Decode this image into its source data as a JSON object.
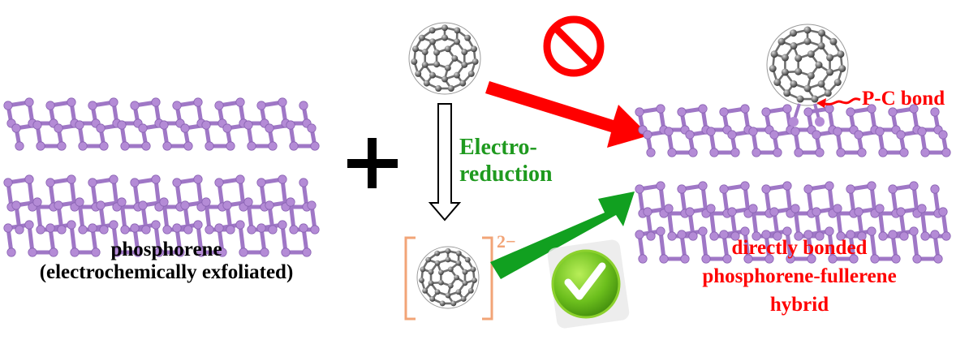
{
  "left_caption": {
    "line1": "phosphorene",
    "line2": "(electrochemically exfoliated)"
  },
  "process_label": {
    "line1": "Electro-",
    "line2": "reduction"
  },
  "charge_label": "2−",
  "bond_label": "P-C bond",
  "product_caption": {
    "line1": "directly bonded",
    "line2": "phosphorene-fullerene",
    "line3": "hybrid"
  },
  "symbols": {
    "plus": "plus-sign",
    "prohibited": "prohibition-icon",
    "approved": "checkmark-icon"
  },
  "colors": {
    "phosphorus": "#b48bd6",
    "phosphorus_bond": "#9f77c6",
    "carbon": "#6e6e6e",
    "red_arrow": "#ff0000",
    "green_arrow": "#11a020",
    "process_text": "#1f9a1f",
    "caption_red": "#ff0000",
    "bracket": "#f2a477"
  }
}
